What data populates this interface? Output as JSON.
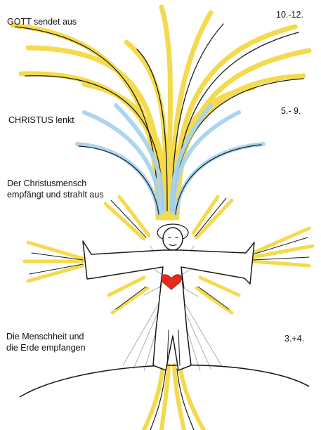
{
  "labels": {
    "god_sends": "GOTT sendet  aus",
    "god_sends_levels": "10.-12.",
    "christ_guides": "CHRISTUS lenkt",
    "christ_guides_levels": "5.- 9.",
    "christ_person_line1": "Der Christusmensch",
    "christ_person_line2": "empfängt und strahlt aus",
    "humanity_line1": "Die Menschheit und",
    "humanity_line2": "die Erde empfangen",
    "humanity_levels": "3.+4."
  },
  "colors": {
    "divine_rays": "#f3d63a",
    "christ_rays": "#a8d4ef",
    "ink": "#1a1a1a",
    "heart": "#e62a1e"
  }
}
